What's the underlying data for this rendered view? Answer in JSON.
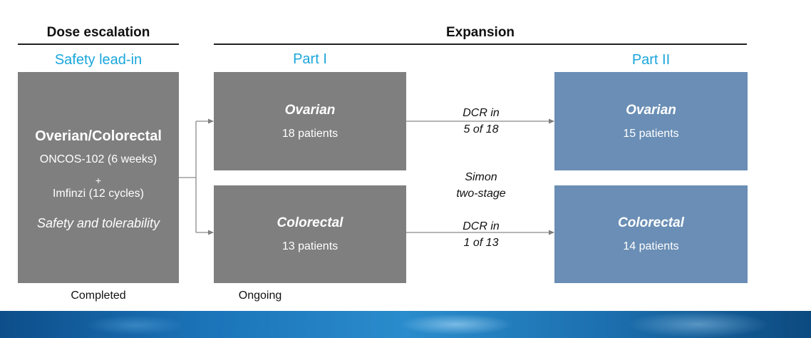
{
  "headers": {
    "dose_escalation": "Dose escalation",
    "expansion": "Expansion"
  },
  "subheaders": {
    "safety_lead_in": "Safety lead-in",
    "part_1": "Part I",
    "part_2": "Part II"
  },
  "lead_in_box": {
    "title": "Overian/Colorectal",
    "line1": "ONCOS-102 (6 weeks)",
    "plus": "+",
    "line2": "Imfinzi (12 cycles)",
    "note": "Safety and tolerability"
  },
  "part1": {
    "ovarian": {
      "title": "Ovarian",
      "patients": "18 patients"
    },
    "colorectal": {
      "title": "Colorectal",
      "patients": "13 patients"
    }
  },
  "part2": {
    "ovarian": {
      "title": "Ovarian",
      "patients": "15 patients"
    },
    "colorectal": {
      "title": "Colorectal",
      "patients": "14 patients"
    }
  },
  "transitions": {
    "ovarian_dcr_line1": "DCR in",
    "ovarian_dcr_line2": "5 of 18",
    "simon_line1": "Simon",
    "simon_line2": "two-stage",
    "colorectal_dcr_line1": "DCR in",
    "colorectal_dcr_line2": "1 of 13"
  },
  "status": {
    "completed": "Completed",
    "ongoing": "Ongoing"
  },
  "colors": {
    "accent_text": "#1aa6dc",
    "grey_box": "#7f7f7f",
    "blue_box": "#6a8eb5"
  }
}
